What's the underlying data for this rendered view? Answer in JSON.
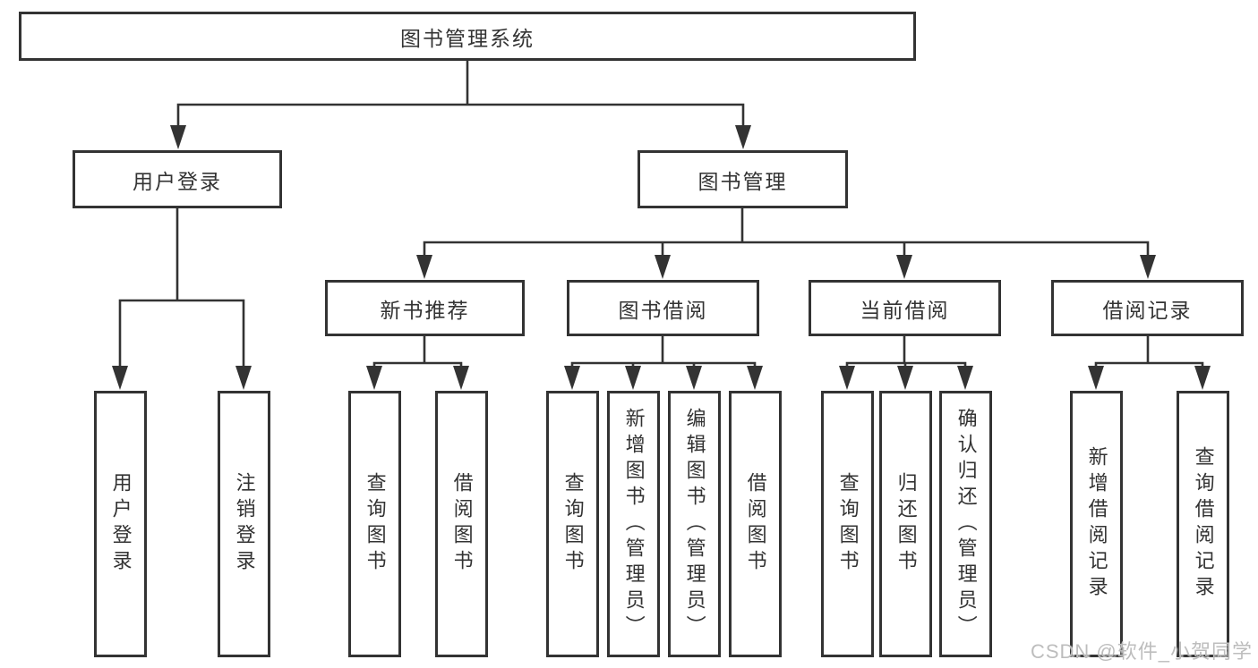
{
  "diagram": {
    "root": {
      "label": "图书管理系统",
      "children": [
        {
          "label": "用户登录",
          "children": [
            {
              "label": "用户登录"
            },
            {
              "label": "注销登录"
            }
          ]
        },
        {
          "label": "图书管理",
          "children": [
            {
              "label": "新书推荐",
              "children": [
                {
                  "label": "查询图书"
                },
                {
                  "label": "借阅图书"
                }
              ]
            },
            {
              "label": "图书借阅",
              "children": [
                {
                  "label": "查询图书"
                },
                {
                  "label": "新增图书（管理员）"
                },
                {
                  "label": "编辑图书（管理员）"
                },
                {
                  "label": "借阅图书"
                }
              ]
            },
            {
              "label": "当前借阅",
              "children": [
                {
                  "label": "查询图书"
                },
                {
                  "label": "归还图书"
                },
                {
                  "label": "确认归还（管理员）"
                }
              ]
            },
            {
              "label": "借阅记录",
              "children": [
                {
                  "label": "新增借阅记录"
                },
                {
                  "label": "查询借阅记录"
                }
              ]
            }
          ]
        }
      ]
    },
    "line_color": "#333333",
    "background_color": "#ffffff"
  },
  "watermark": {
    "text": "CSDN @软件_小贺同学"
  }
}
